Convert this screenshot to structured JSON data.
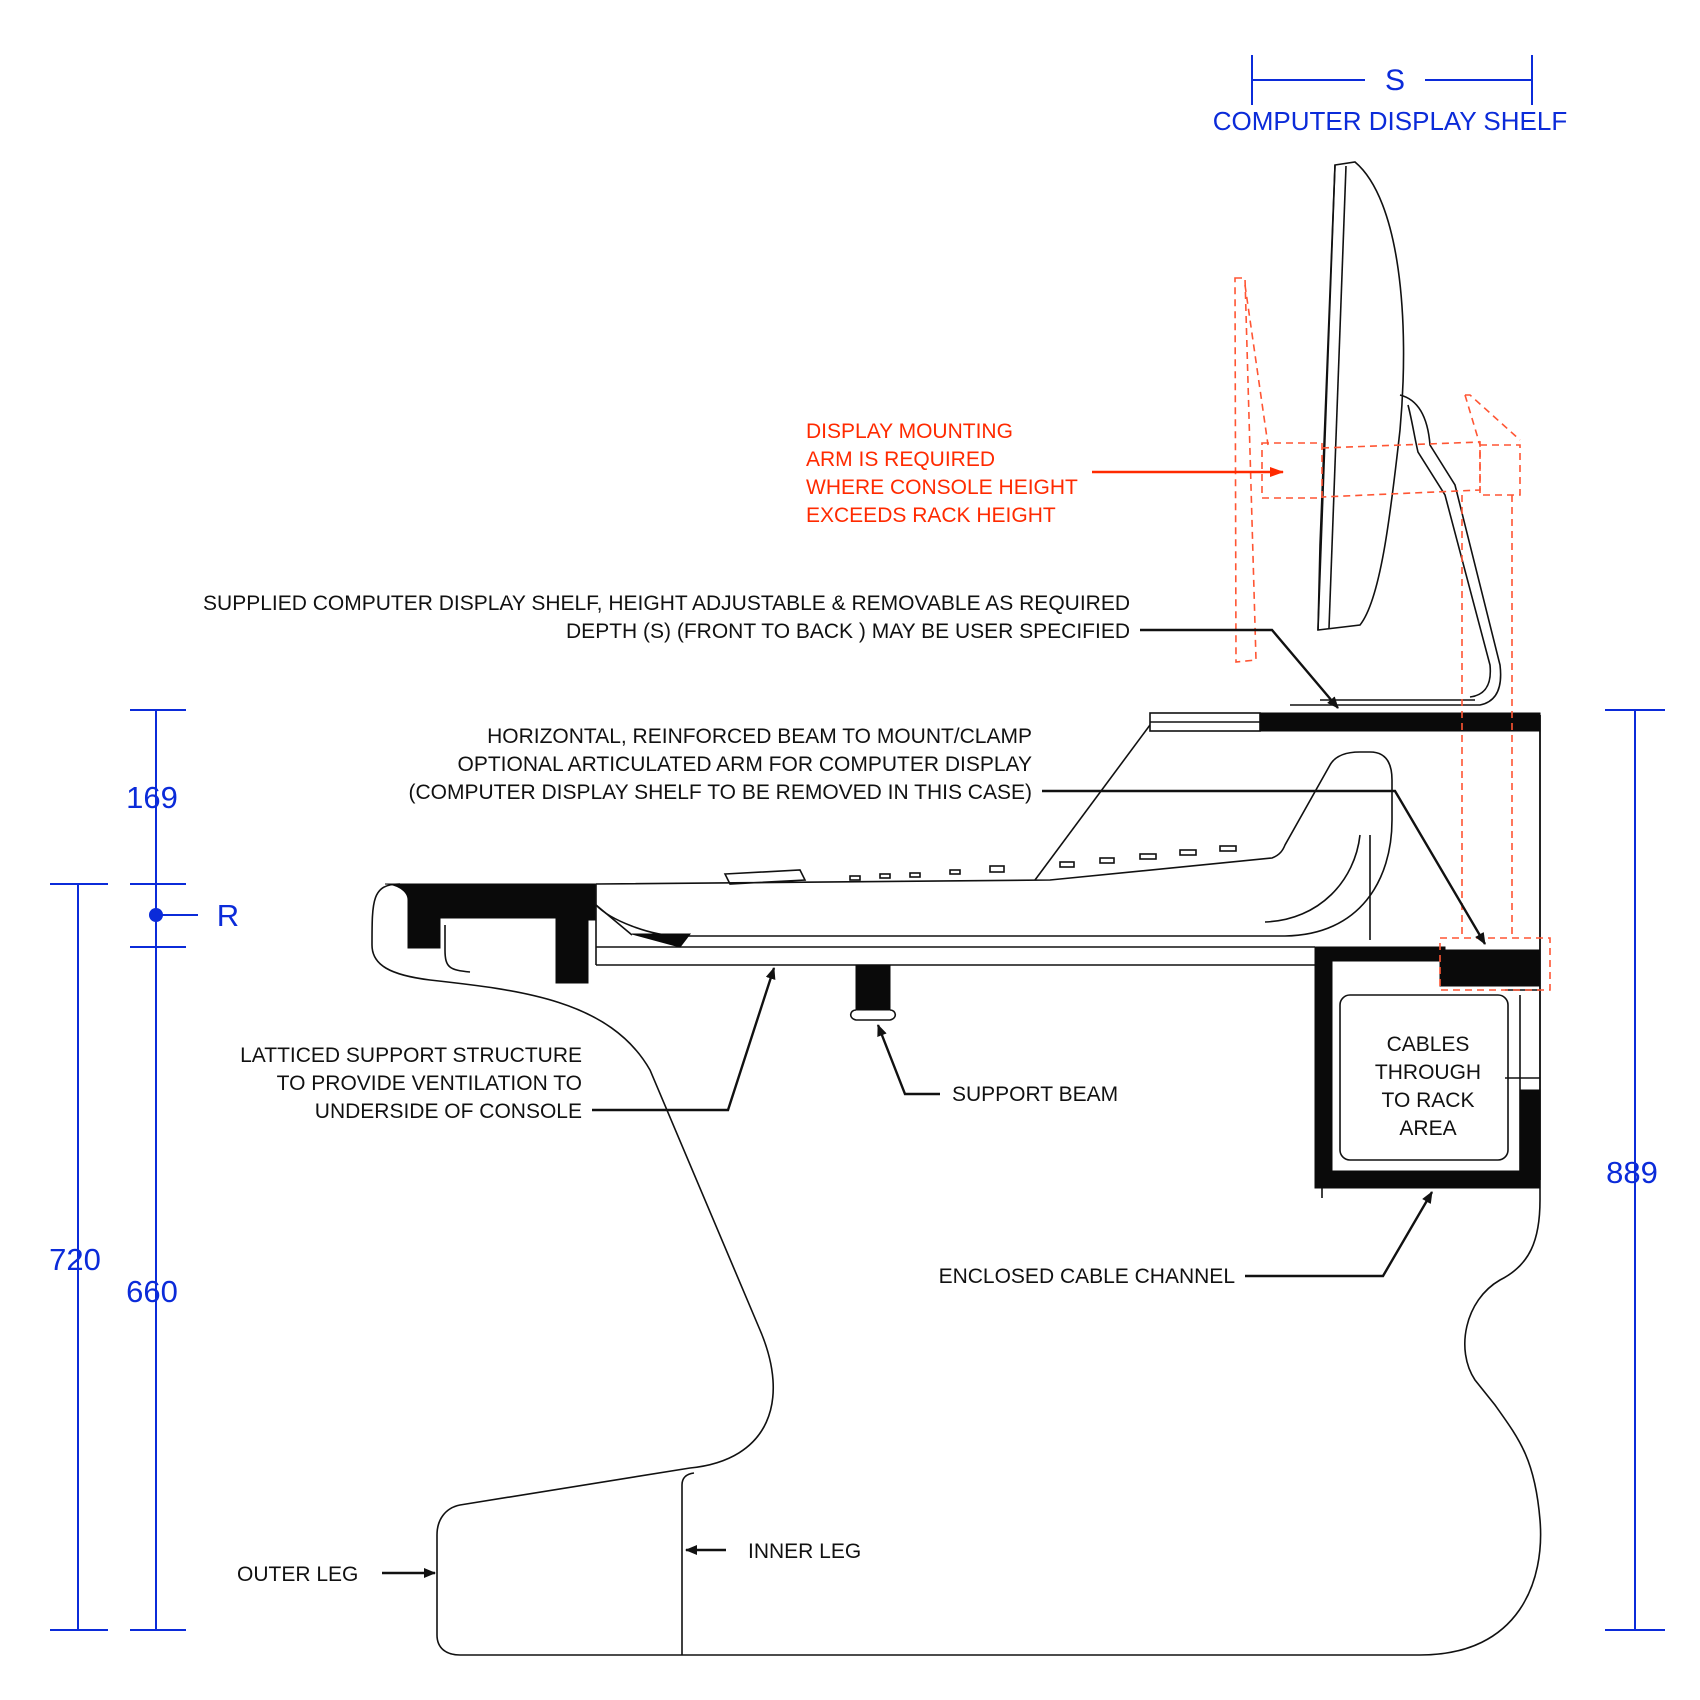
{
  "dimensions": {
    "s": "S",
    "display_shelf": "COMPUTER DISPLAY SHELF",
    "d169": "169",
    "r": "R",
    "d720": "720",
    "d660": "660",
    "d889": "889"
  },
  "callouts": {
    "mounting_arm": [
      "DISPLAY MOUNTING",
      "ARM IS REQUIRED",
      "WHERE CONSOLE HEIGHT",
      "EXCEEDS RACK HEIGHT"
    ],
    "display_shelf": [
      "SUPPLIED COMPUTER DISPLAY SHELF, HEIGHT ADJUSTABLE & REMOVABLE AS REQUIRED",
      "DEPTH (S) (FRONT TO BACK ) MAY BE USER SPECIFIED"
    ],
    "beam": [
      "HORIZONTAL, REINFORCED BEAM TO MOUNT/CLAMP",
      "OPTIONAL ARTICULATED ARM FOR COMPUTER DISPLAY",
      "(COMPUTER DISPLAY SHELF TO BE REMOVED IN THIS CASE)"
    ],
    "latticed": [
      "LATTICED SUPPORT STRUCTURE",
      "TO PROVIDE VENTILATION TO",
      "UNDERSIDE OF CONSOLE"
    ],
    "support_beam": "SUPPORT BEAM",
    "cables": [
      "CABLES",
      "THROUGH",
      "TO RACK",
      "AREA"
    ],
    "cable_channel": "ENCLOSED CABLE CHANNEL",
    "outer_leg": "OUTER LEG",
    "inner_leg": "INNER LEG"
  },
  "colors": {
    "dimension": "#0b2bd9",
    "note": "#ff2a00",
    "linework": "#111111"
  }
}
